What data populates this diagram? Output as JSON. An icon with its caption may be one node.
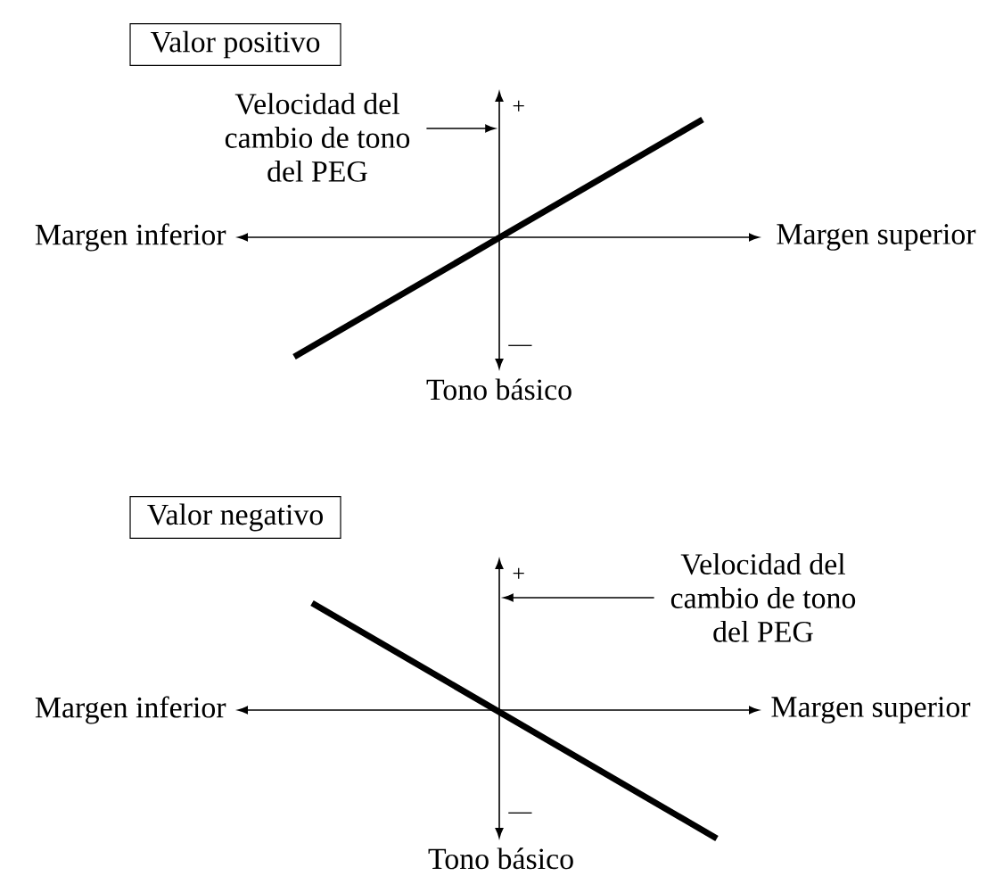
{
  "diagram": {
    "nodes": [
      {
        "text": [
          "Valor positivo"
        ]
      },
      {
        "text": [
          "Velocidad del cambio de tono del PEG"
        ]
      },
      {
        "text": [],
        "shape": "line"
      },
      {
        "text": [
          "Valor negativo"
        ]
      },
      {
        "text": [
          "Velocidad del cambio de tono del PEG"
        ]
      },
      {
        "text": [],
        "shape": "line"
      }
    ],
    "edges": [
      {
        "from": 1,
        "to": 2,
        "arrow": "to"
      },
      {
        "from": 4,
        "to": 5,
        "arrow": "to"
      }
    ],
    "labels": [
      "+",
      "Margen inferior",
      "Margen superior",
      "—",
      "Tono básico",
      "+",
      "Margen inferior",
      "Margen superior",
      "—",
      "Tono básico"
    ]
  }
}
